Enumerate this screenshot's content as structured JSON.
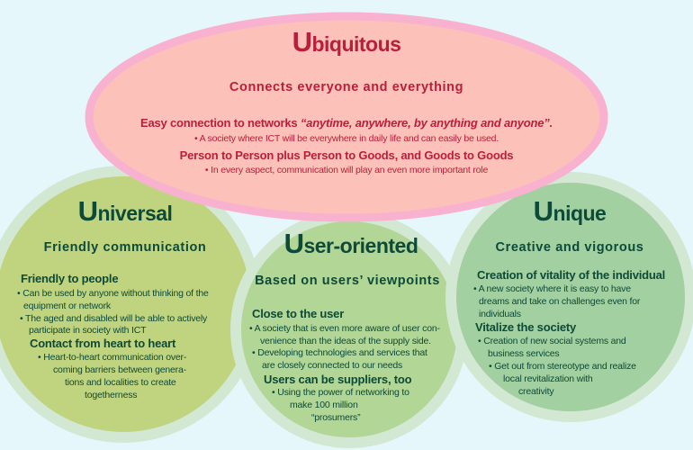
{
  "colors": {
    "background": "#e6f7fc",
    "ellipse_fill": "#fcc1b8",
    "ellipse_border": "#f8b2d0",
    "ring": "#d2e8d2",
    "universal_fill": "#c0d480",
    "user_fill": "#b2d696",
    "unique_fill": "#a2d0a0",
    "red_text": "#b8203a",
    "green_text": "#0d4a38"
  },
  "ubiquitous": {
    "title": "Ubiquitous",
    "subtitle": "Connects everyone and everything",
    "line1_plain": "Easy connection to networks ",
    "line1_emph": "“anytime, anywhere, by anything and anyone”.",
    "bullet1": "• A society where ICT will be everywhere in daily life and can easily be used.",
    "line2": "Person to Person plus Person to Goods, and Goods to Goods",
    "bullet2": "• In every aspect, communication will play an even more important role"
  },
  "universal": {
    "title": "Universal",
    "subtitle": "Friendly communication",
    "head1": "Friendly to people",
    "lines1": [
      "• Can be used by anyone without thinking of the",
      "equipment or network",
      "• The aged and disabled will be able to actively",
      "participate in society with ICT"
    ],
    "head2": "Contact from heart to heart",
    "lines2": [
      "• Heart-to-heart communication over-",
      "coming barriers between genera-",
      "tions and localities to create",
      "togetherness"
    ]
  },
  "user_oriented": {
    "title": "User-oriented",
    "subtitle": "Based on users’ viewpoints",
    "head1": "Close to the user",
    "lines1": [
      "• A society that is even more aware of user con-",
      "venience than the ideas of the supply side.",
      "• Developing technologies and services that",
      "are closely connected to our needs"
    ],
    "head2": "Users can be suppliers, too",
    "lines2": [
      "• Using the power of networking to",
      "make 100 million",
      "“prosumers”"
    ]
  },
  "unique": {
    "title": "Unique",
    "subtitle": "Creative and vigorous",
    "head1": "Creation of vitality of the individual",
    "lines1": [
      "• A new society where it is easy to have",
      "dreams and take on challenges even for",
      "individuals"
    ],
    "head2": "Vitalize the society",
    "lines2": [
      "• Creation of new social systems and",
      "business services",
      "• Get out from stereotype and realize",
      "local revitalization with",
      "creativity"
    ]
  }
}
